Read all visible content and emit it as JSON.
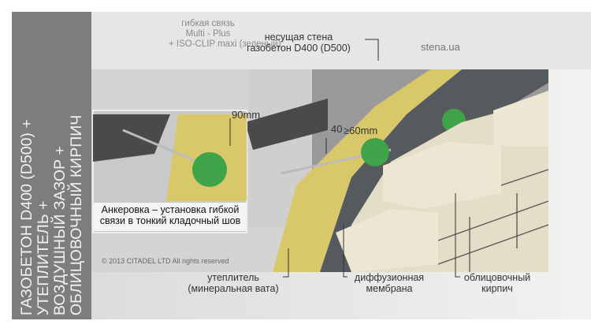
{
  "side_title": {
    "lines": [
      "ГАЗОБЕТОН D400 (D500) +",
      "УТЕПЛИТЕЛЬ +",
      "ВОЗДУШНЫЙ ЗАЗОР +",
      "ОБЛИЦОВОЧНЫЙ КИРПИЧ"
    ]
  },
  "labels": {
    "tie": [
      "гибкая связь",
      "Multi - Plus",
      "+ ISO-CLIP maxi (зеленый)"
    ],
    "wall": [
      "несущая стена",
      "газобетон D400 (D500)"
    ],
    "brand": "stena.ua",
    "inset_caption": [
      "Анкеровка – установка гибкой",
      "связи в тонкий кладочный шов"
    ],
    "copyright": "© 2013 CITADEL LTD All rights reserved",
    "insulation": [
      "утеплитель",
      "(минеральная вата)"
    ],
    "membrane": [
      "диффузионная",
      "мембрана"
    ],
    "brick": [
      "облицовочный",
      "кирпич"
    ],
    "dim_90": "90mm",
    "dim_40": "40",
    "dim_60": "≥60mm"
  },
  "colors": {
    "side_panel": "#7d7d7d",
    "insulation": "#d9c86a",
    "tie_clip": "#3fa34a",
    "brick": "#e8e2cf",
    "membrane": "#555a5e"
  }
}
